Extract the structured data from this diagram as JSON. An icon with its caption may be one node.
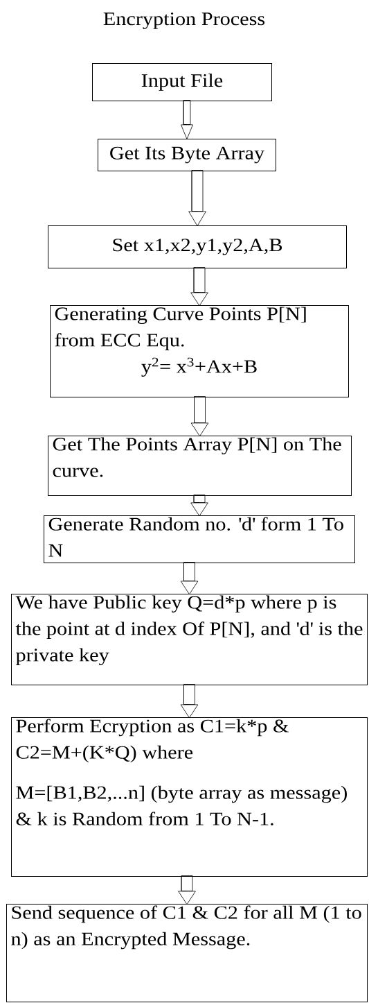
{
  "diagram": {
    "title": "Encryption Process",
    "nodes": [
      {
        "text": [
          "Input File"
        ]
      },
      {
        "text": [
          "Get Its Byte Array"
        ]
      },
      {
        "text": [
          "Set x1,x2,y1,y2,A,B"
        ]
      },
      {
        "text": [
          "Generating Curve Points P[N] from ECC Equ.",
          "y$^{2}$= x$^{3}$+Ax+B"
        ]
      },
      {
        "text": [
          "Get The Points Array P[N] on The curve."
        ]
      },
      {
        "text": [
          "Generate Random no. 'd' form 1 To N"
        ]
      },
      {
        "text": [
          "We have Public key Q=d*p where p is the point at d index Of P[N], and 'd' is the private key"
        ]
      },
      {
        "text": [
          "Perform Ecryption as C1=k*p & C2=M+(K*Q) where",
          "M=[B1,B2,...n] (byte array as message) & k is Random from 1 To N-1."
        ]
      },
      {
        "text": [
          "Send sequence of C1 & C2 for all M (1 to n) as an Encrypted Message."
        ]
      }
    ],
    "edges": [
      {
        "from": 0,
        "to": 1,
        "arrow": "to"
      },
      {
        "from": 1,
        "to": 2,
        "arrow": "to"
      },
      {
        "from": 2,
        "to": 3,
        "arrow": "to"
      },
      {
        "from": 3,
        "to": 4,
        "arrow": "to"
      },
      {
        "from": 4,
        "to": 5,
        "arrow": "to"
      },
      {
        "from": 5,
        "to": 6,
        "arrow": "to"
      },
      {
        "from": 6,
        "to": 7,
        "arrow": "to"
      },
      {
        "from": 7,
        "to": 8,
        "arrow": "to"
      }
    ]
  }
}
